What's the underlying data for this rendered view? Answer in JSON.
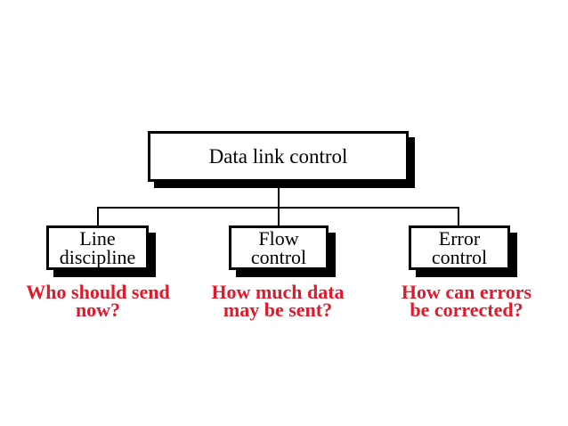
{
  "colors": {
    "background": "#ffffff",
    "box_fill": "#ffffff",
    "box_border": "#000000",
    "shadow": "#000000",
    "connector": "#000000",
    "question_text": "#e2182b"
  },
  "diagram": {
    "root": {
      "label": "Data link control"
    },
    "branches": [
      {
        "label_line1": "Line",
        "label_line2": "discipline",
        "question_line1": "Who should send",
        "question_line2": "now?"
      },
      {
        "label_line1": "Flow",
        "label_line2": "control",
        "question_line1": "How much data",
        "question_line2": "may be sent?"
      },
      {
        "label_line1": "Error",
        "label_line2": "control",
        "question_line1": "How can errors",
        "question_line2": "be corrected?"
      }
    ]
  }
}
